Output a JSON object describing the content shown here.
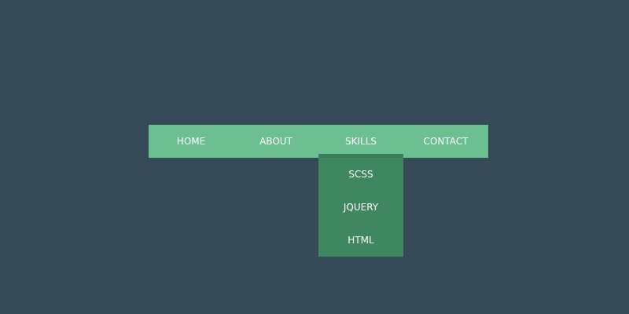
{
  "nav": {
    "items": [
      {
        "label": "HOME"
      },
      {
        "label": "ABOUT"
      },
      {
        "label": "SKILLS"
      },
      {
        "label": "CONTACT"
      }
    ]
  },
  "dropdown": {
    "items": [
      {
        "label": "SCSS"
      },
      {
        "label": "JQUERY"
      },
      {
        "label": "HTML"
      }
    ]
  },
  "colors": {
    "background": "#374a58",
    "nav": "#6bbf91",
    "dropdown": "#3e8760"
  }
}
